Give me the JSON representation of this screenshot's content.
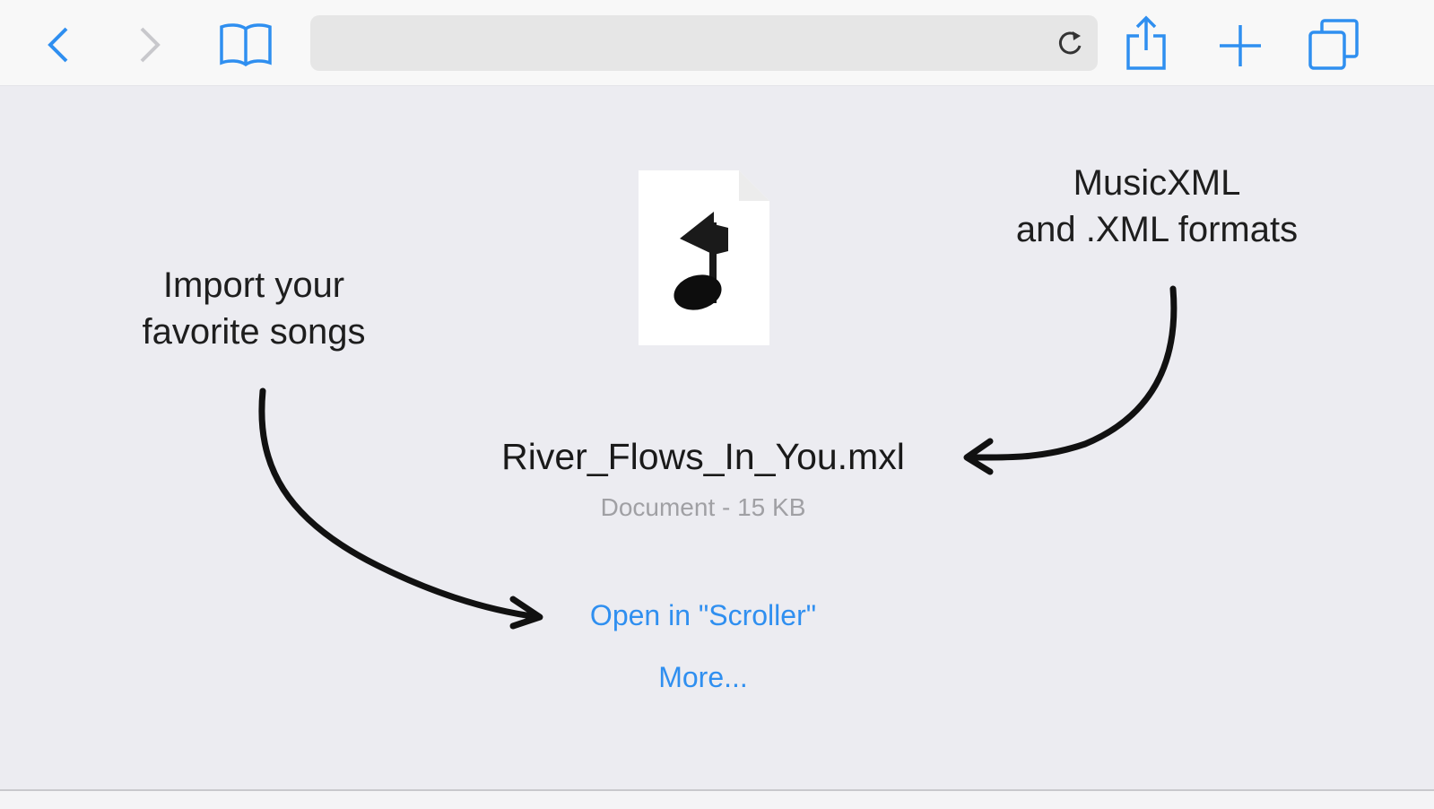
{
  "toolbar": {
    "icons": [
      "back-icon",
      "forward-icon",
      "bookmarks-icon",
      "reload-icon",
      "share-icon",
      "new-tab-icon",
      "tabs-icon"
    ],
    "accent": "#2f8ff0",
    "url": ""
  },
  "annotations": {
    "left_line1": "Import your",
    "left_line2": "favorite songs",
    "right_line1": "MusicXML",
    "right_line2": "and .XML formats"
  },
  "file": {
    "name": "River_Flows_In_You.mxl",
    "meta": "Document - 15 KB",
    "icon": "music-note-document-icon"
  },
  "actions": {
    "open_in": "Open in \"Scroller\"",
    "more": "More..."
  }
}
